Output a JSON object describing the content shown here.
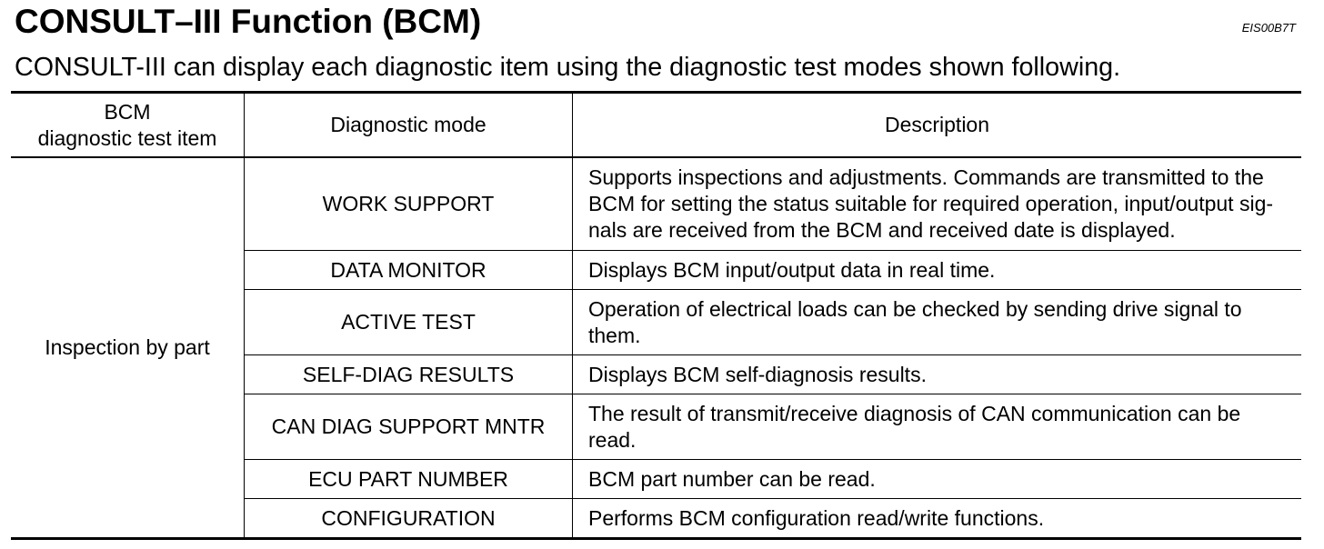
{
  "header": {
    "title": "CONSULT–III Function (BCM)",
    "doc_code": "EIS00B7T",
    "intro": "CONSULT-III can display each diagnostic item using the diagnostic test modes shown following."
  },
  "table": {
    "columns": {
      "item": [
        "BCM",
        "diagnostic test item"
      ],
      "mode": "Diagnostic mode",
      "description": "Description"
    },
    "test_item": "Inspection by part",
    "rows": [
      {
        "mode": "WORK SUPPORT",
        "description": [
          "Supports inspections and adjustments. Commands are transmitted to the",
          "BCM for setting the status suitable for required operation, input/output sig-",
          "nals are received from the BCM and received date is displayed."
        ]
      },
      {
        "mode": "DATA MONITOR",
        "description": [
          "Displays BCM input/output data in real time."
        ]
      },
      {
        "mode": "ACTIVE TEST",
        "description": [
          "Operation of electrical loads can be checked by sending drive signal to",
          "them."
        ]
      },
      {
        "mode": "SELF-DIAG RESULTS",
        "description": [
          "Displays BCM self-diagnosis results."
        ]
      },
      {
        "mode": "CAN DIAG SUPPORT MNTR",
        "description": [
          "The result of transmit/receive diagnosis of CAN communication can be",
          "read."
        ]
      },
      {
        "mode": "ECU PART NUMBER",
        "description": [
          "BCM part number can be read."
        ]
      },
      {
        "mode": "CONFIGURATION",
        "description": [
          "Performs BCM configuration read/write functions."
        ]
      }
    ]
  }
}
